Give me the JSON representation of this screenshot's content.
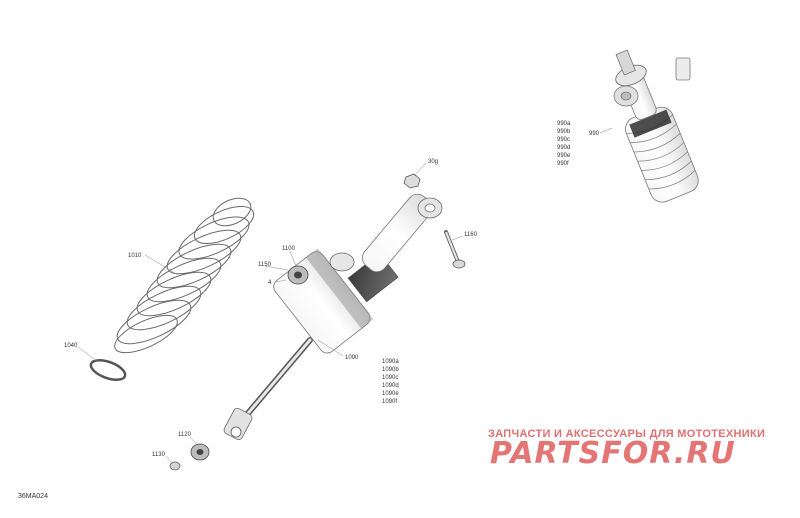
{
  "drawing": {
    "sheet_code": "36MA024",
    "callouts": {
      "p990": "990",
      "p990a": "990a",
      "p990b": "990b",
      "p990c": "990c",
      "p990d": "990d",
      "p990e": "990e",
      "p990f": "990f",
      "p30g": "30g",
      "p1010": "1010",
      "p1040": "1040",
      "p1100": "1100",
      "p1150": "1150",
      "p1160": "1160",
      "p1090": "1090",
      "p1090a": "1090a",
      "p1090b": "1090b",
      "p1090c": "1090c",
      "p1090d": "1090d",
      "p1090e": "1090e",
      "p1090f": "1090f",
      "p1120": "1120",
      "p1130": "1130",
      "p4": "4"
    }
  },
  "watermark": {
    "tagline": "ЗАПЧАСТИ И АКСЕССУАРЫ ДЛЯ МОТОТЕХНИКИ",
    "brand": "PARTSFOR.RU",
    "tagline_color": "#e07070",
    "brand_color": "#e47575"
  }
}
